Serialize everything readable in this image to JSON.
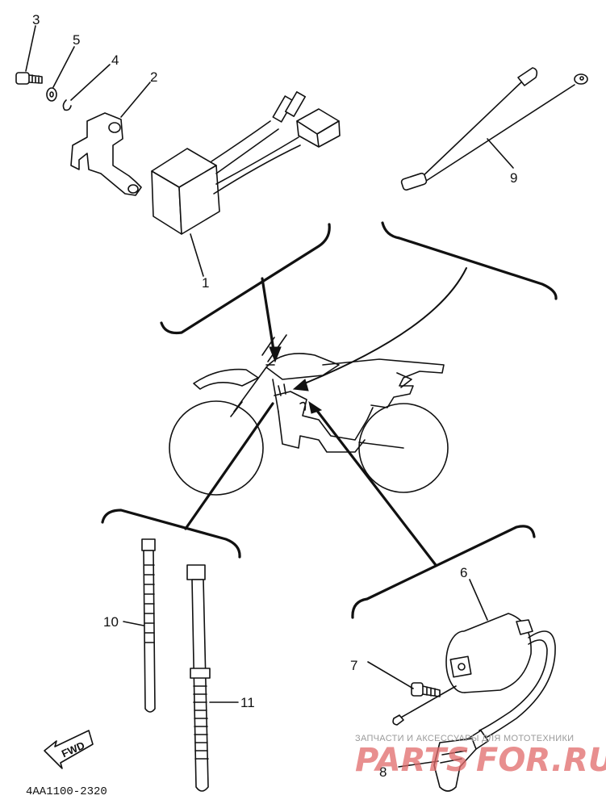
{
  "callouts": {
    "c1": "1",
    "c2": "2",
    "c3": "3",
    "c4": "4",
    "c5": "5",
    "c6": "6",
    "c7": "7",
    "c8": "8",
    "c9": "9",
    "c10": "10",
    "c11": "11"
  },
  "direction_marker": "FWD",
  "drawing_code": "4AA1100-2320",
  "watermark": {
    "tagline": "ЗАПЧАСТИ И АКСЕССУАРЫ ДЛЯ МОТОТЕХНИКИ",
    "brand_left": "PARTS",
    "brand_right": "FOR.RU"
  },
  "colors": {
    "line": "#111111",
    "watermark_red": "#e06a6a",
    "watermark_gray": "#9a9a9a"
  }
}
